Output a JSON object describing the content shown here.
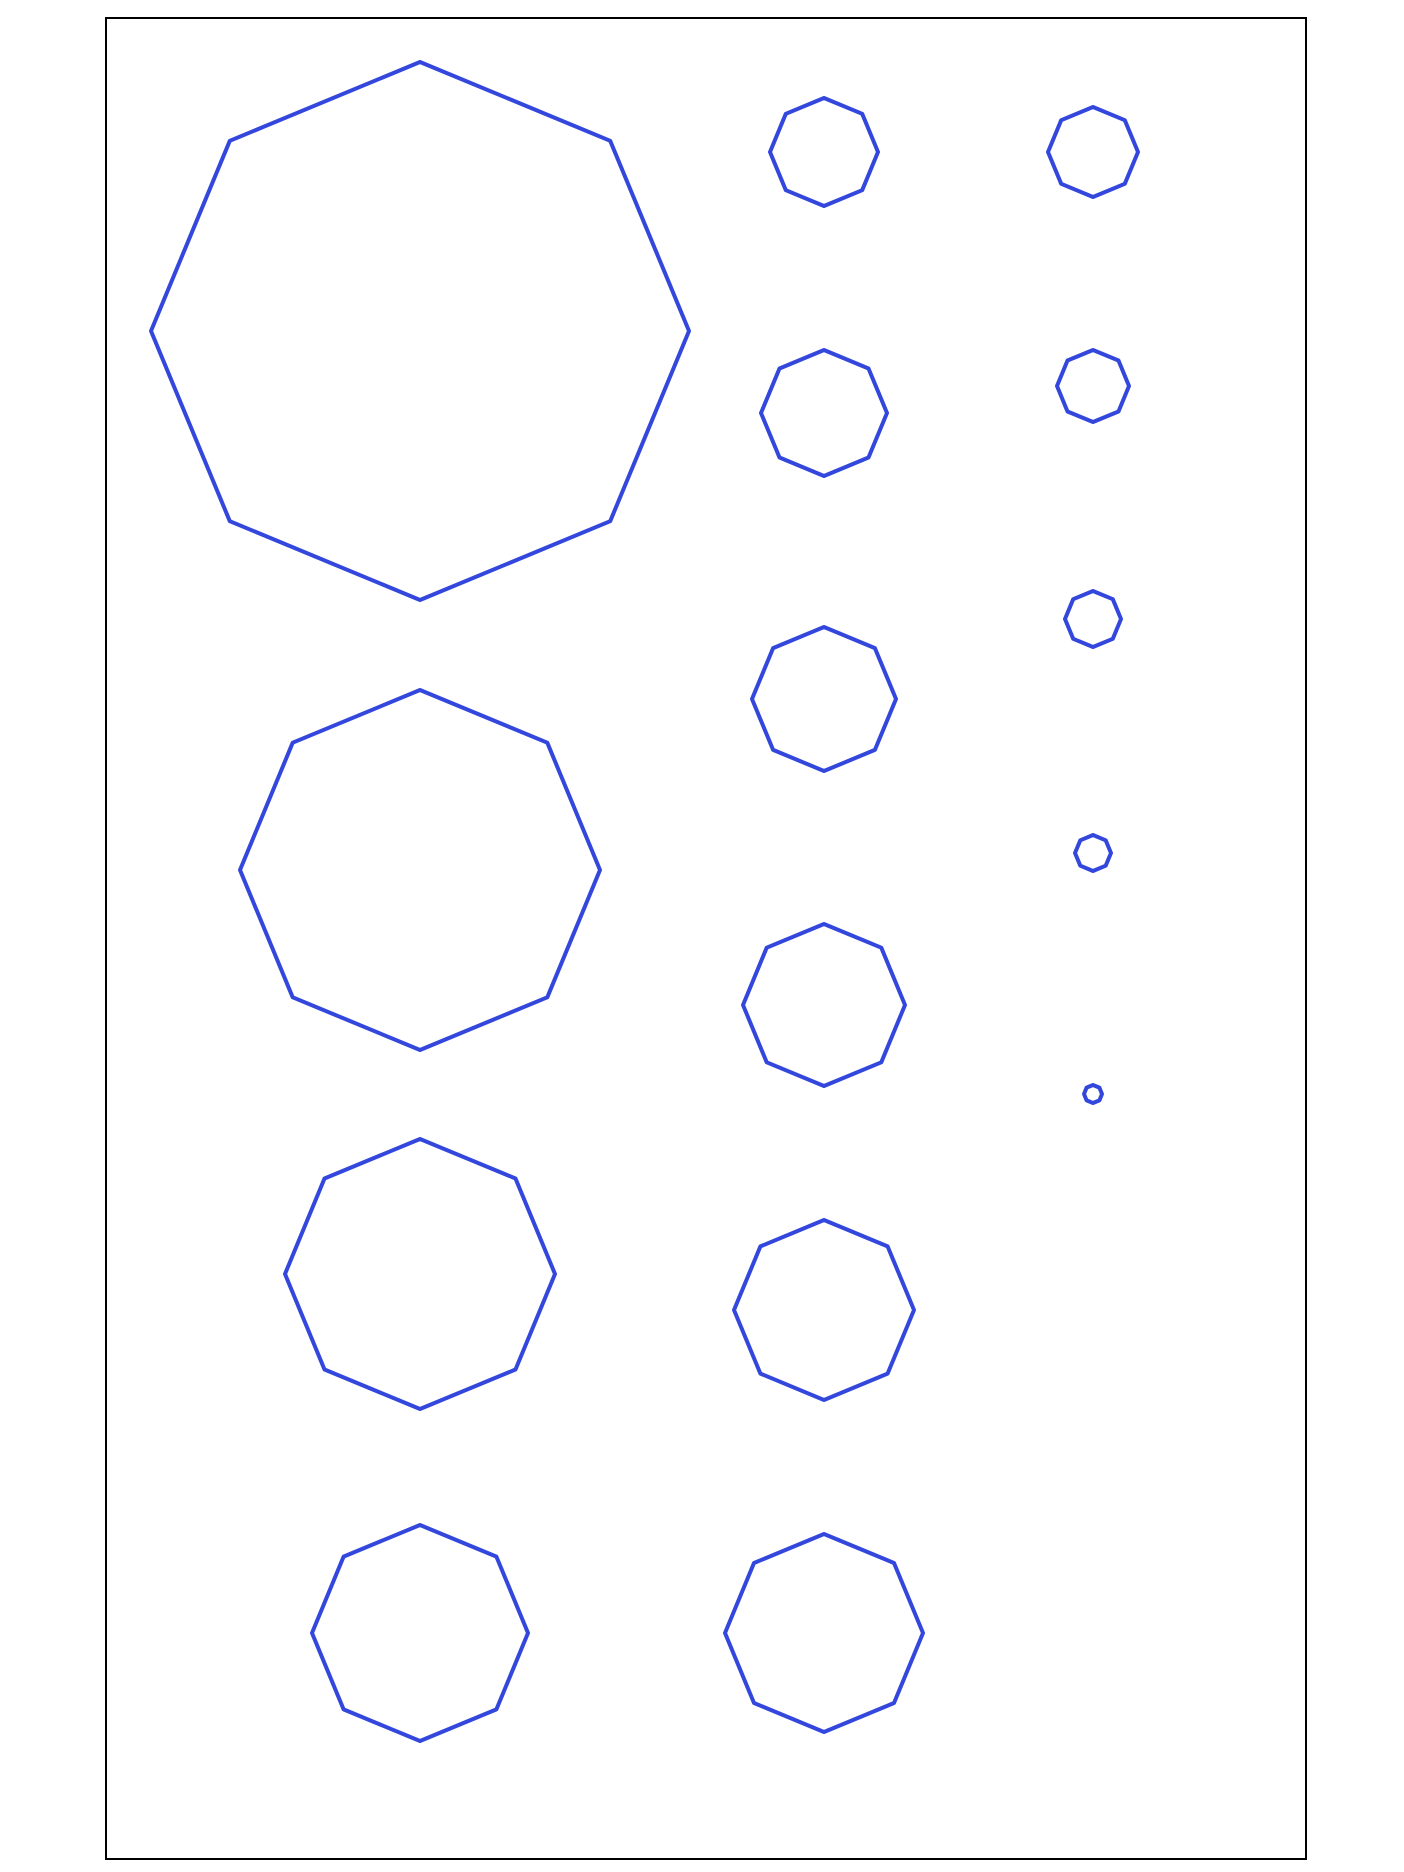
{
  "diagram": {
    "shape": "octagon",
    "sides": 8,
    "stroke_color": "#3347dd",
    "frame_color": "#000000",
    "background": "#ffffff",
    "columns": [
      {
        "name": "left-column",
        "count": 4
      },
      {
        "name": "middle-column",
        "count": 6
      },
      {
        "name": "right-column",
        "count": 5
      }
    ]
  }
}
